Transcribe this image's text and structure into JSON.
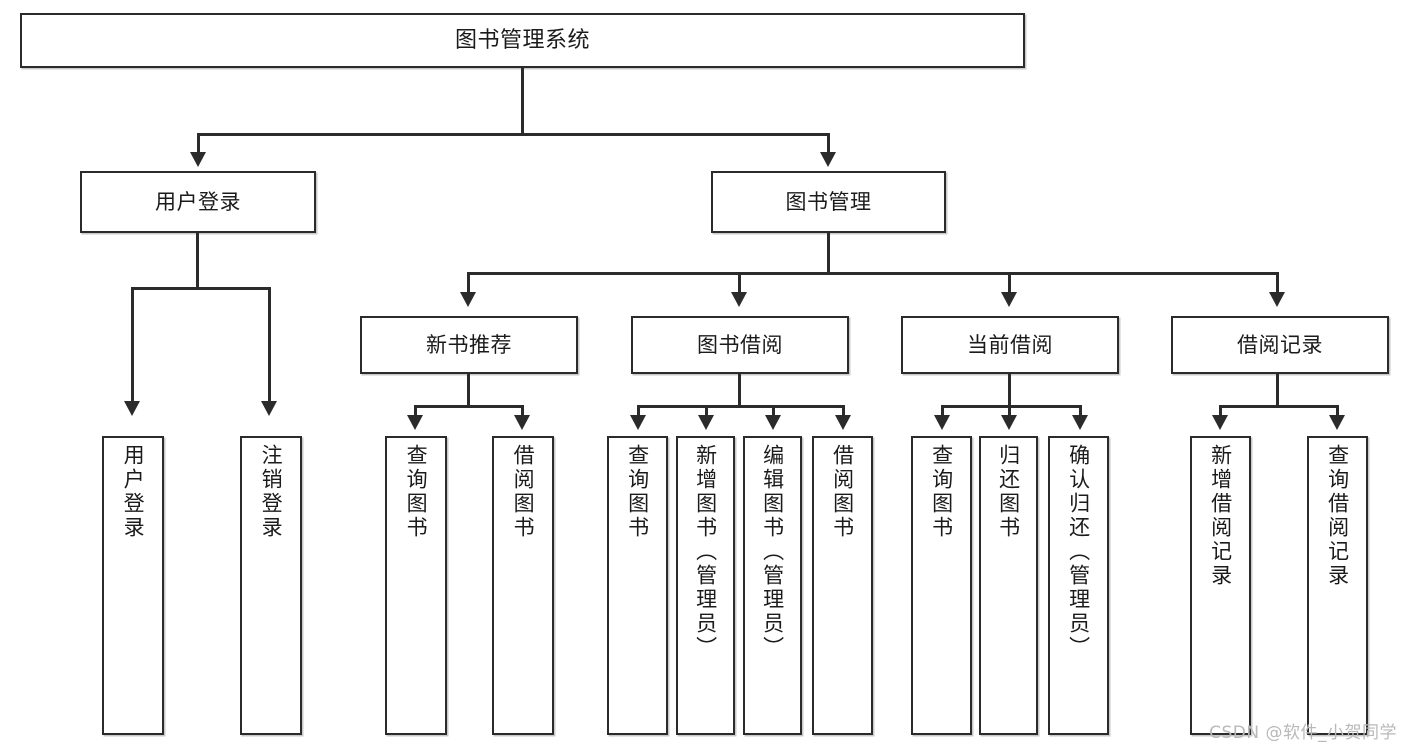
{
  "diagram": {
    "title": "图书管理系统",
    "type": "tree-hierarchy-chart",
    "watermark": "CSDN @软件_小贺同学"
  },
  "nodes": {
    "root": {
      "label": "图书管理系统"
    },
    "level2": [
      {
        "label": "用户登录"
      },
      {
        "label": "图书管理"
      }
    ],
    "level3": [
      {
        "label": "新书推荐"
      },
      {
        "label": "图书借阅"
      },
      {
        "label": "当前借阅"
      },
      {
        "label": "借阅记录"
      }
    ],
    "leaves": {
      "user_login": [
        {
          "label": "用户登录"
        },
        {
          "label": "注销登录"
        }
      ],
      "new_book": [
        {
          "label": "查询图书"
        },
        {
          "label": "借阅图书"
        }
      ],
      "borrow_book": [
        {
          "label": "查询图书"
        },
        {
          "label": "新增图书（管理员）"
        },
        {
          "label": "编辑图书（管理员）"
        },
        {
          "label": "借阅图书"
        }
      ],
      "current_borrow": [
        {
          "label": "查询图书"
        },
        {
          "label": "归还图书"
        },
        {
          "label": "确认归还（管理员）"
        }
      ],
      "borrow_record": [
        {
          "label": "新增借阅记录"
        },
        {
          "label": "查询借阅记录"
        }
      ]
    }
  },
  "colors": {
    "stroke": "#2b2b2b",
    "fill": "#ffffff",
    "text": "#1b1b1b",
    "watermark": "#b9b9b9"
  }
}
